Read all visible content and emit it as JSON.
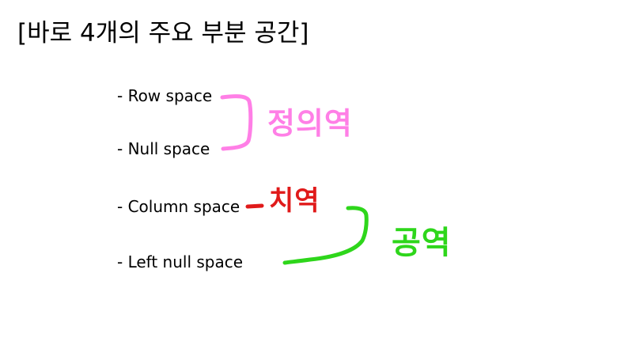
{
  "title": "[바로 4개의 주요 부분 공간]",
  "items": [
    "- Row space",
    "- Null space",
    "- Column space",
    "- Left null space"
  ],
  "annotations": {
    "definition_domain": {
      "text": "정의역",
      "color": "#ff7fe6"
    },
    "range": {
      "text": "치역",
      "color": "#e01a1a"
    },
    "codomain": {
      "text": "공역",
      "color": "#2ed61b"
    }
  }
}
